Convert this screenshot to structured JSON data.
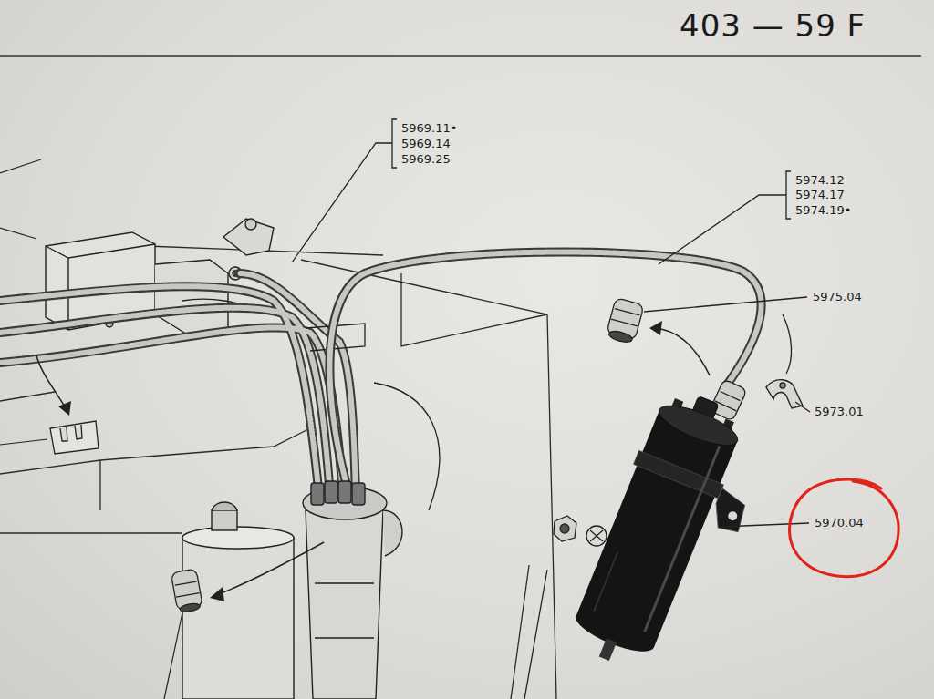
{
  "diagram": {
    "title": "403 — 59 F",
    "labels": [
      "5969.11•",
      "5969.14",
      "5969.25",
      "5974.12",
      "5974.17",
      "5974.19•",
      "5975.04",
      "5973.01",
      "5970.04"
    ]
  }
}
